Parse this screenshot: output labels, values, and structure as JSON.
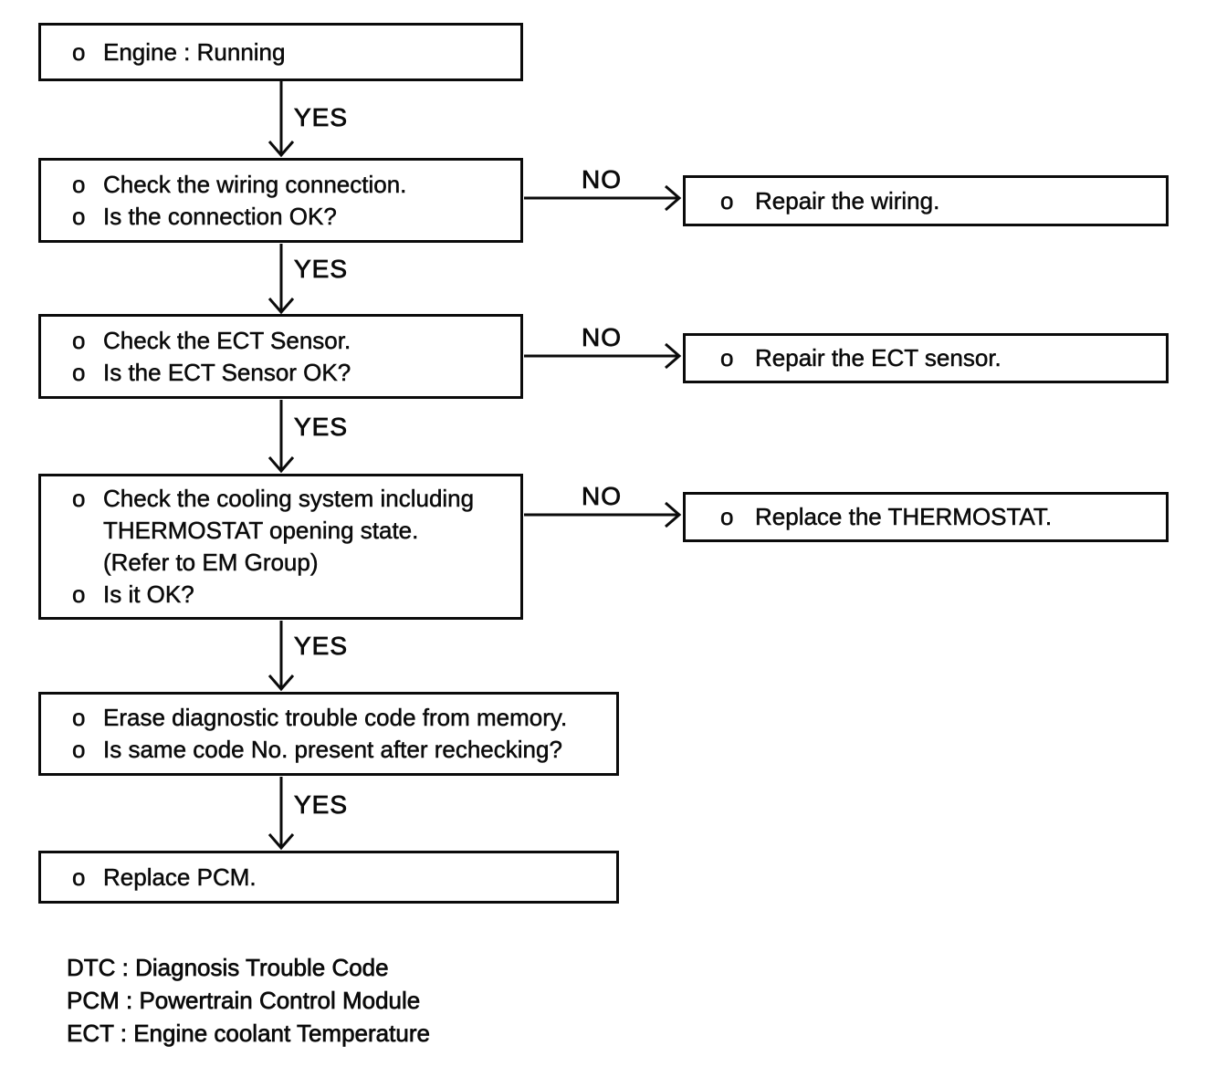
{
  "palette": {
    "background": "#ffffff",
    "ink": "#0b0b0b"
  },
  "labels": {
    "bullet": "o"
  },
  "nodes": {
    "engine": {
      "items": [
        {
          "text": "Engine : Running"
        }
      ]
    },
    "wiring_check": {
      "items": [
        {
          "text": "Check the wiring connection."
        },
        {
          "text": "Is the connection OK?"
        }
      ]
    },
    "wiring_repair": {
      "items": [
        {
          "text": "Repair the wiring."
        }
      ]
    },
    "ect_check": {
      "items": [
        {
          "text": "Check the ECT Sensor."
        },
        {
          "text": "Is the ECT Sensor OK?"
        }
      ]
    },
    "ect_repair": {
      "items": [
        {
          "text": "Repair the ECT sensor."
        }
      ]
    },
    "cooling_check": {
      "items": [
        {
          "text": "Check the cooling system including"
        },
        {
          "text": "THERMOSTAT opening state.",
          "continuation": true
        },
        {
          "text": "(Refer to EM Group)",
          "continuation": true
        },
        {
          "text": "Is it OK?"
        }
      ]
    },
    "thermostat_replace": {
      "items": [
        {
          "text": "Replace the THERMOSTAT."
        }
      ]
    },
    "erase_dtc": {
      "items": [
        {
          "text": "Erase diagnostic trouble code from memory."
        },
        {
          "text": "Is same code No. present after rechecking?"
        }
      ]
    },
    "pcm_replace": {
      "items": [
        {
          "text": "Replace PCM."
        }
      ]
    }
  },
  "edges": [
    {
      "from": "engine",
      "to": "wiring_check",
      "label": "YES"
    },
    {
      "from": "wiring_check",
      "to": "wiring_repair",
      "label": "NO"
    },
    {
      "from": "wiring_check",
      "to": "ect_check",
      "label": "YES"
    },
    {
      "from": "ect_check",
      "to": "ect_repair",
      "label": "NO"
    },
    {
      "from": "ect_check",
      "to": "cooling_check",
      "label": "YES"
    },
    {
      "from": "cooling_check",
      "to": "thermostat_replace",
      "label": "NO"
    },
    {
      "from": "cooling_check",
      "to": "erase_dtc",
      "label": "YES"
    },
    {
      "from": "erase_dtc",
      "to": "pcm_replace",
      "label": "YES"
    }
  ],
  "legend": {
    "lines": [
      "DTC : Diagnosis Trouble Code",
      "PCM : Powertrain Control Module",
      "ECT : Engine coolant Temperature"
    ]
  }
}
